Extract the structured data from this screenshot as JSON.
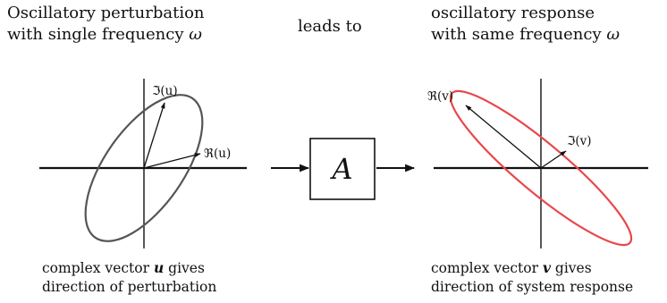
{
  "headings": {
    "left": {
      "line1": "Oscillatory perturbation",
      "line2_prefix": "with single frequency ",
      "line2_symbol": "ω"
    },
    "middle": {
      "text": "leads to"
    },
    "right": {
      "line1": "oscillatory response",
      "line2_prefix": "with same frequency ",
      "line2_symbol": "ω"
    }
  },
  "left_plot": {
    "imag_label": "ℑ(u)",
    "real_label": "ℜ(u)",
    "caption": {
      "line1_prefix": "complex vector ",
      "line1_symbol": "u",
      "line1_suffix": " gives",
      "line2": "direction of perturbation"
    },
    "ellipse_color": "#555555"
  },
  "operator": {
    "symbol": "A"
  },
  "right_plot": {
    "real_label": "ℜ(v)",
    "imag_label": "ℑ(v)",
    "caption": {
      "line1_prefix": "complex vector ",
      "line1_symbol": "v",
      "line1_suffix": " gives",
      "line2": "direction of system response"
    },
    "ellipse_color": "#e8474a"
  }
}
